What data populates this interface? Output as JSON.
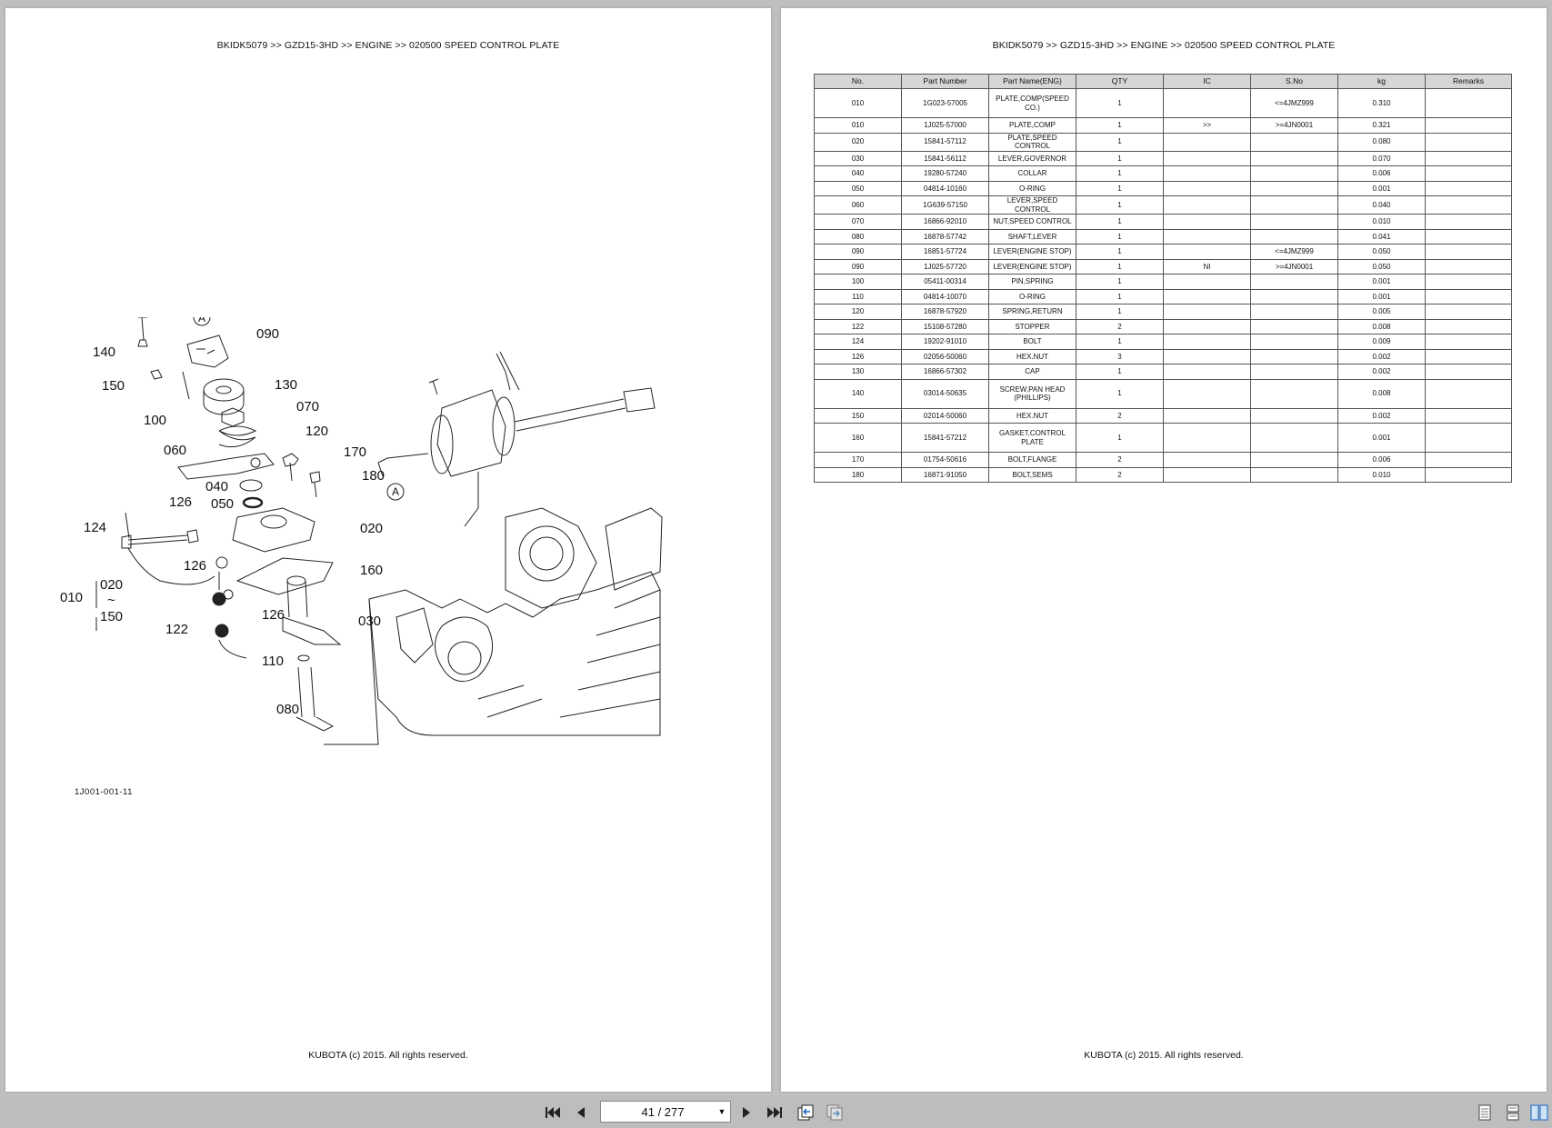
{
  "header_text": "BKIDK5079 >> GZD15-3HD >> ENGINE >> 020500   SPEED CONTROL PLATE",
  "footer_text": "KUBOTA (c) 2015. All rights reserved.",
  "figure_code": "1J001-001-11",
  "diagram_labels": {
    "l140": "140",
    "l150": "150",
    "l100": "100",
    "l090": "090",
    "l130": "130",
    "l070": "070",
    "l120": "120",
    "l060": "060",
    "l170": "170",
    "l180": "180",
    "l040": "040",
    "l050": "050",
    "l126a": "126",
    "l124": "124",
    "l020": "020",
    "l126b": "126",
    "l160": "160",
    "l010": "010",
    "l020b": "020",
    "l150b": "150",
    "l126c": "126",
    "l030": "030",
    "l122": "122",
    "l110": "110",
    "l080": "080",
    "refA1": "A",
    "refA2": "A",
    "tilde": "~"
  },
  "table": {
    "headers": [
      "No.",
      "Part Number",
      "Part Name(ENG)",
      "QTY",
      "IC",
      "S.No",
      "kg",
      "Remarks"
    ],
    "rows": [
      {
        "no": "010",
        "part": "1G023-57005",
        "name": "PLATE,COMP(SPEED CO.)",
        "qty": "1",
        "ic": "",
        "sno": "<=4JMZ999",
        "kg": "0.310",
        "remarks": ""
      },
      {
        "no": "010",
        "part": "1J025-57000",
        "name": "PLATE,COMP",
        "qty": "1",
        "ic": ">>",
        "sno": ">=4JN0001",
        "kg": "0.321",
        "remarks": ""
      },
      {
        "no": "020",
        "part": "15841-57112",
        "name": "PLATE,SPEED CONTROL",
        "qty": "1",
        "ic": "",
        "sno": "",
        "kg": "0.080",
        "remarks": ""
      },
      {
        "no": "030",
        "part": "15841-56112",
        "name": "LEVER,GOVERNOR",
        "qty": "1",
        "ic": "",
        "sno": "",
        "kg": "0.070",
        "remarks": ""
      },
      {
        "no": "040",
        "part": "19280-57240",
        "name": "COLLAR",
        "qty": "1",
        "ic": "",
        "sno": "",
        "kg": "0.006",
        "remarks": ""
      },
      {
        "no": "050",
        "part": "04814-10160",
        "name": "O-RING",
        "qty": "1",
        "ic": "",
        "sno": "",
        "kg": "0.001",
        "remarks": ""
      },
      {
        "no": "060",
        "part": "1G639-57150",
        "name": "LEVER,SPEED CONTROL",
        "qty": "1",
        "ic": "",
        "sno": "",
        "kg": "0.040",
        "remarks": ""
      },
      {
        "no": "070",
        "part": "16866-92010",
        "name": "NUT,SPEED CONTROL",
        "qty": "1",
        "ic": "",
        "sno": "",
        "kg": "0.010",
        "remarks": ""
      },
      {
        "no": "080",
        "part": "16878-57742",
        "name": "SHAFT,LEVER",
        "qty": "1",
        "ic": "",
        "sno": "",
        "kg": "0.041",
        "remarks": ""
      },
      {
        "no": "090",
        "part": "16851-57724",
        "name": "LEVER(ENGINE STOP)",
        "qty": "1",
        "ic": "",
        "sno": "<=4JMZ999",
        "kg": "0.050",
        "remarks": ""
      },
      {
        "no": "090",
        "part": "1J025-57720",
        "name": "LEVER(ENGINE STOP)",
        "qty": "1",
        "ic": "NI",
        "sno": ">=4JN0001",
        "kg": "0.050",
        "remarks": ""
      },
      {
        "no": "100",
        "part": "05411-00314",
        "name": "PIN,SPRING",
        "qty": "1",
        "ic": "",
        "sno": "",
        "kg": "0.001",
        "remarks": ""
      },
      {
        "no": "110",
        "part": "04814-10070",
        "name": "O-RING",
        "qty": "1",
        "ic": "",
        "sno": "",
        "kg": "0.001",
        "remarks": ""
      },
      {
        "no": "120",
        "part": "16878-57920",
        "name": "SPRING,RETURN",
        "qty": "1",
        "ic": "",
        "sno": "",
        "kg": "0.005",
        "remarks": ""
      },
      {
        "no": "122",
        "part": "15108-57280",
        "name": "STOPPER",
        "qty": "2",
        "ic": "",
        "sno": "",
        "kg": "0.008",
        "remarks": ""
      },
      {
        "no": "124",
        "part": "19202-91010",
        "name": "BOLT",
        "qty": "1",
        "ic": "",
        "sno": "",
        "kg": "0.009",
        "remarks": ""
      },
      {
        "no": "126",
        "part": "02056-50060",
        "name": "HEX.NUT",
        "qty": "3",
        "ic": "",
        "sno": "",
        "kg": "0.002",
        "remarks": ""
      },
      {
        "no": "130",
        "part": "16866-57302",
        "name": "CAP",
        "qty": "1",
        "ic": "",
        "sno": "",
        "kg": "0.002",
        "remarks": ""
      },
      {
        "no": "140",
        "part": "03014-50635",
        "name": "SCREW,PAN HEAD (PHILLIPS)",
        "qty": "1",
        "ic": "",
        "sno": "",
        "kg": "0.008",
        "remarks": ""
      },
      {
        "no": "150",
        "part": "02014-50060",
        "name": "HEX.NUT",
        "qty": "2",
        "ic": "",
        "sno": "",
        "kg": "0.002",
        "remarks": ""
      },
      {
        "no": "160",
        "part": "15841-57212",
        "name": "GASKET,CONTROL PLATE",
        "qty": "1",
        "ic": "",
        "sno": "",
        "kg": "0.001",
        "remarks": ""
      },
      {
        "no": "170",
        "part": "01754-50616",
        "name": "BOLT,FLANGE",
        "qty": "2",
        "ic": "",
        "sno": "",
        "kg": "0.006",
        "remarks": ""
      },
      {
        "no": "180",
        "part": "16871-91050",
        "name": "BOLT,SEMS",
        "qty": "2",
        "ic": "",
        "sno": "",
        "kg": "0.010",
        "remarks": ""
      }
    ]
  },
  "toolbar": {
    "page_indicator": "41 / 277",
    "icons": [
      "first-page-icon",
      "prev-page-icon",
      "next-page-icon",
      "last-page-icon",
      "go-back-view-icon",
      "go-forward-view-icon",
      "single-page-view-icon",
      "continuous-view-icon",
      "facing-view-icon"
    ]
  }
}
